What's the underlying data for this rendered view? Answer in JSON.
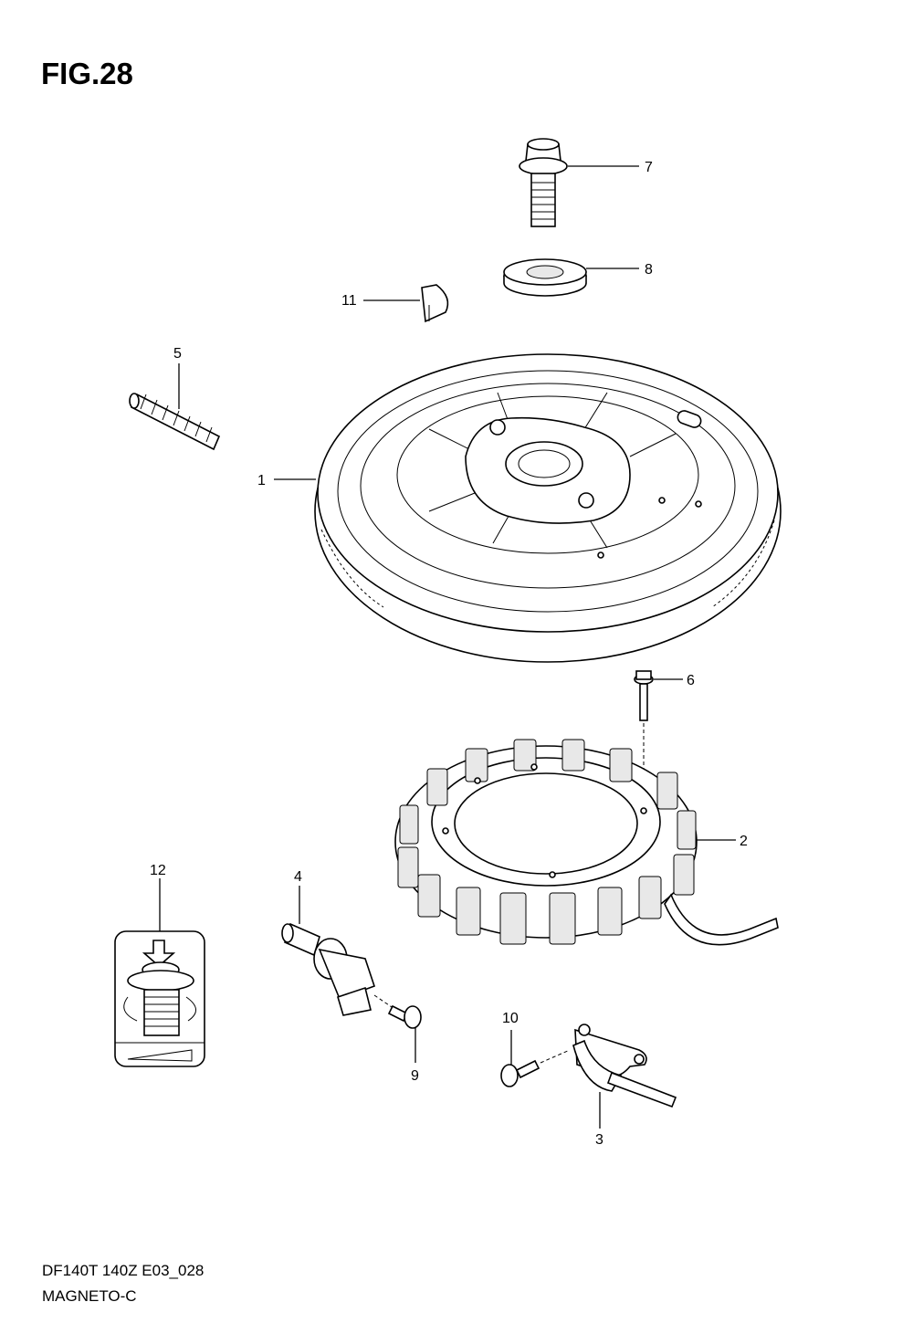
{
  "figure": {
    "title": "FIG.28"
  },
  "footer": {
    "code": "DF140T 140Z E03_028",
    "name": "MAGNETO-C"
  },
  "callouts": {
    "p1": "1",
    "p2": "2",
    "p3": "3",
    "p4": "4",
    "p5": "5",
    "p6": "6",
    "p7": "7",
    "p8": "8",
    "p9": "9",
    "p10": "10",
    "p11": "11",
    "p12": "12"
  }
}
